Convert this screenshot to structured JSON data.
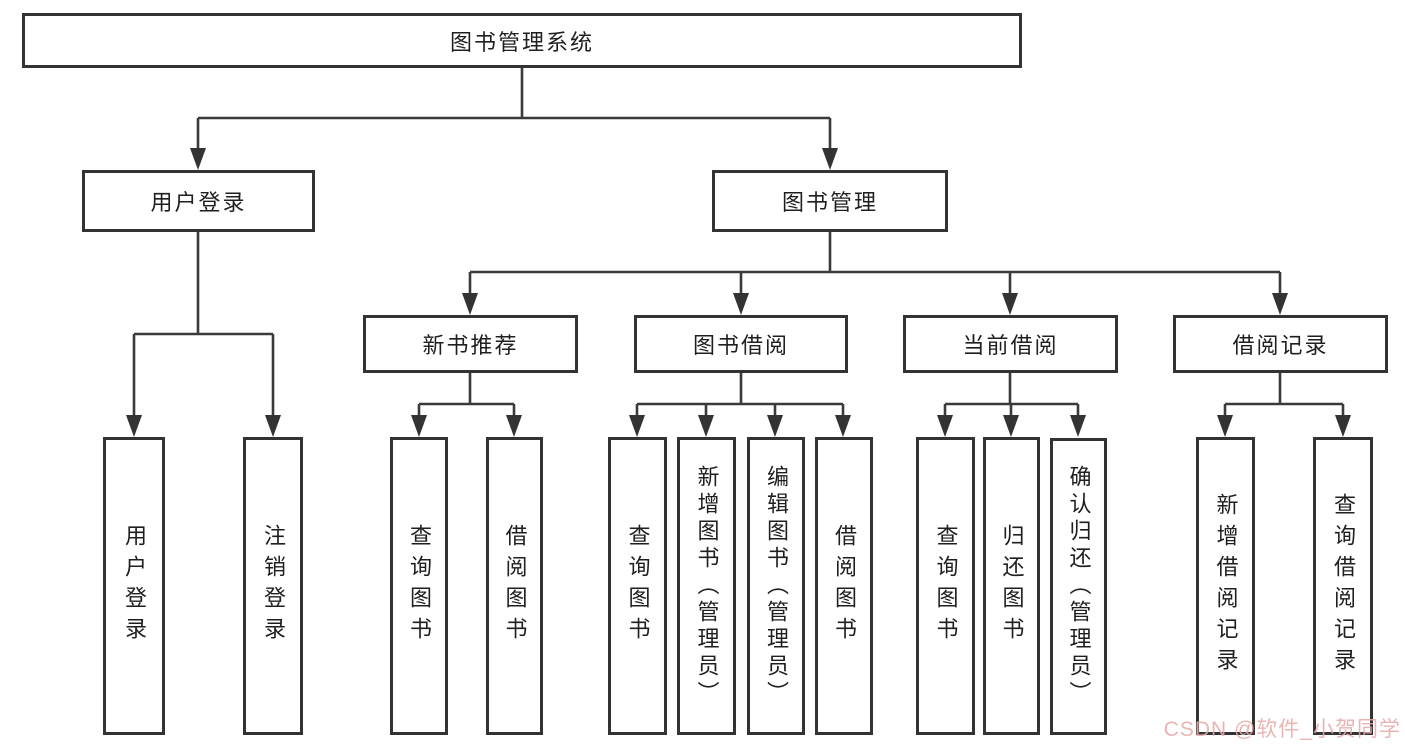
{
  "nodes": {
    "root": {
      "label": "图书管理系统"
    },
    "user_login": {
      "label": "用户登录"
    },
    "book_management": {
      "label": "图书管理"
    },
    "new_book_recommend": {
      "label": "新书推荐"
    },
    "book_borrowing": {
      "label": "图书借阅"
    },
    "current_borrowing": {
      "label": "当前借阅"
    },
    "borrowing_records": {
      "label": "借阅记录"
    },
    "leaves": {
      "user_login": {
        "label": "用户登录"
      },
      "logout": {
        "label": "注销登录"
      },
      "recommend_query_books": {
        "label": "查询图书"
      },
      "recommend_borrow_books": {
        "label": "借阅图书"
      },
      "borrowing_query_books": {
        "label": "查询图书"
      },
      "borrowing_add_books_admin": {
        "label": "新增图书（管理员）"
      },
      "borrowing_edit_books_admin": {
        "label": "编辑图书（管理员）"
      },
      "borrowing_borrow_books": {
        "label": "借阅图书"
      },
      "current_query_books": {
        "label": "查询图书"
      },
      "current_return_books": {
        "label": "归还图书"
      },
      "current_confirm_return_admin": {
        "label": "确认归还（管理员）"
      },
      "records_add_record": {
        "label": "新增借阅记录"
      },
      "records_query_record": {
        "label": "查询借阅记录"
      }
    }
  },
  "watermark": {
    "text": "CSDN @软件_小贺同学"
  },
  "colors": {
    "box_border": "#333333",
    "connector_line": "#3a3a3a",
    "text": "#1f1f1f",
    "background": "#ffffff",
    "watermark": "#e7aaaa"
  }
}
